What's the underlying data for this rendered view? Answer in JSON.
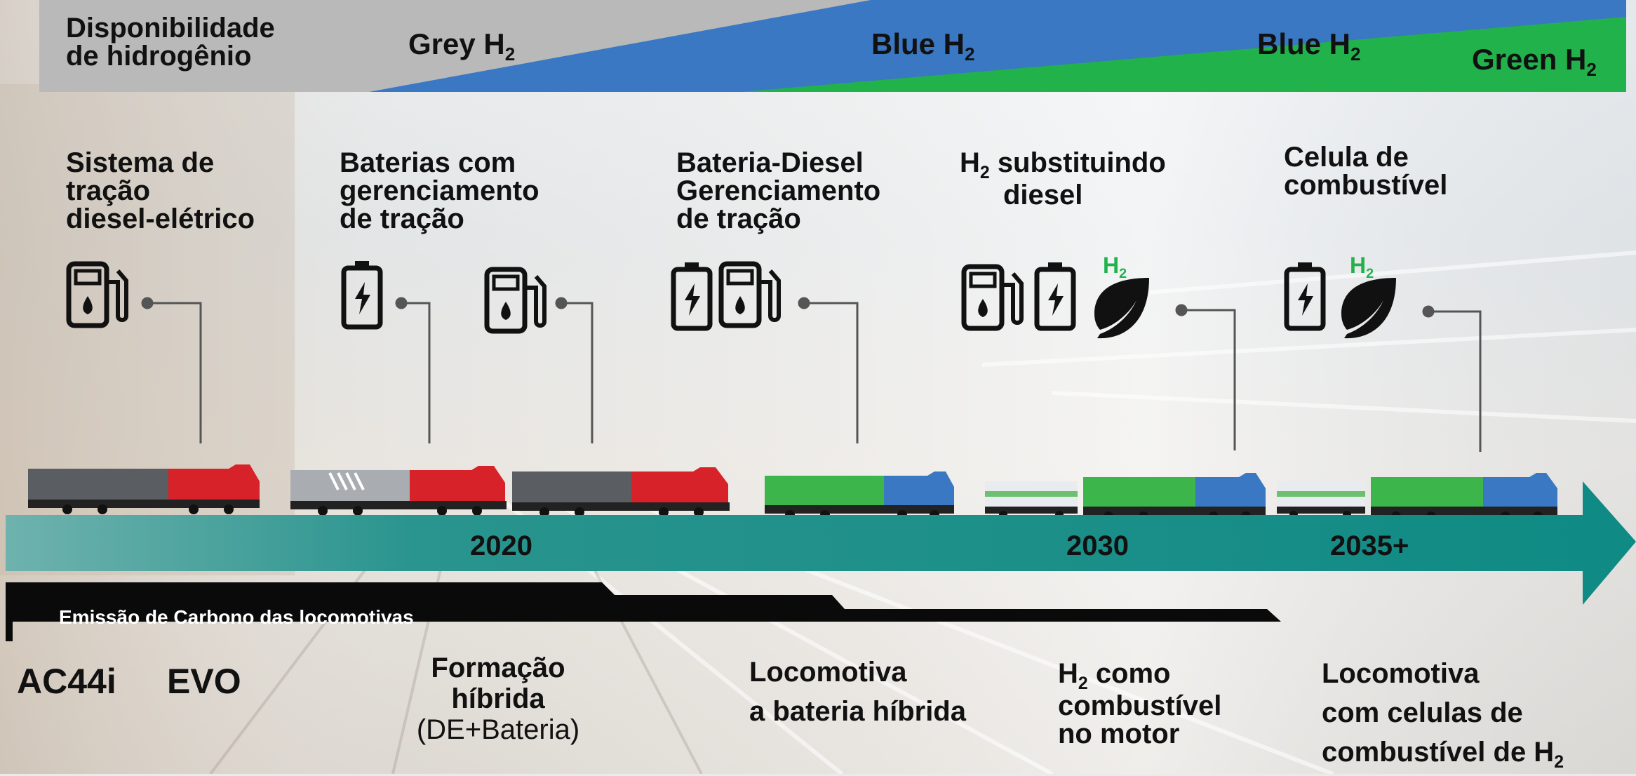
{
  "availability": {
    "title_line1": "Disponibilidade",
    "title_line2": "de hidrogênio",
    "grey_label": "Grey H",
    "blue1_label": "Blue H",
    "blue2_label": "Blue H",
    "green_label": "Green H",
    "sub": "2",
    "colors": {
      "grey": "#b8b8b8",
      "blue": "#3a78c3",
      "green": "#22b24c"
    }
  },
  "techs": [
    {
      "line1": "Sistema de",
      "line2": "tração",
      "line3": "diesel-elétrico"
    },
    {
      "line1": "Baterias com",
      "line2": "gerenciamento",
      "line3": "de tração"
    },
    {
      "line1": "Bateria-Diesel",
      "line2": "Gerenciamento",
      "line3": "de tração"
    },
    {
      "prefix": "H",
      "line1": "substituindo",
      "line2": "diesel"
    },
    {
      "line1": "Celula de",
      "line2": "combustível"
    }
  ],
  "icon_h2_label": "H",
  "icon_h2_sub": "2",
  "timeline": {
    "year1": "2020",
    "year2": "2030",
    "year3": "2035+",
    "color": "#148a84"
  },
  "emission_label": "Emissão de Carbono das locomotivas",
  "bottom": {
    "ac44i": "AC44i",
    "evo": "EVO",
    "hybrid_line1": "Formação",
    "hybrid_line2": "híbrida",
    "hybrid_line3": "(DE+Bateria)",
    "battery_line1": "Locomotiva",
    "battery_line2": "a bateria híbrida",
    "h2fuel_prefix": "H",
    "h2fuel_line1": "como",
    "h2fuel_line2": "combustível",
    "h2fuel_line3": "no motor",
    "fc_line1": "Locomotiva",
    "fc_line2": "com celulas de",
    "fc_line3": "combustível de H"
  }
}
